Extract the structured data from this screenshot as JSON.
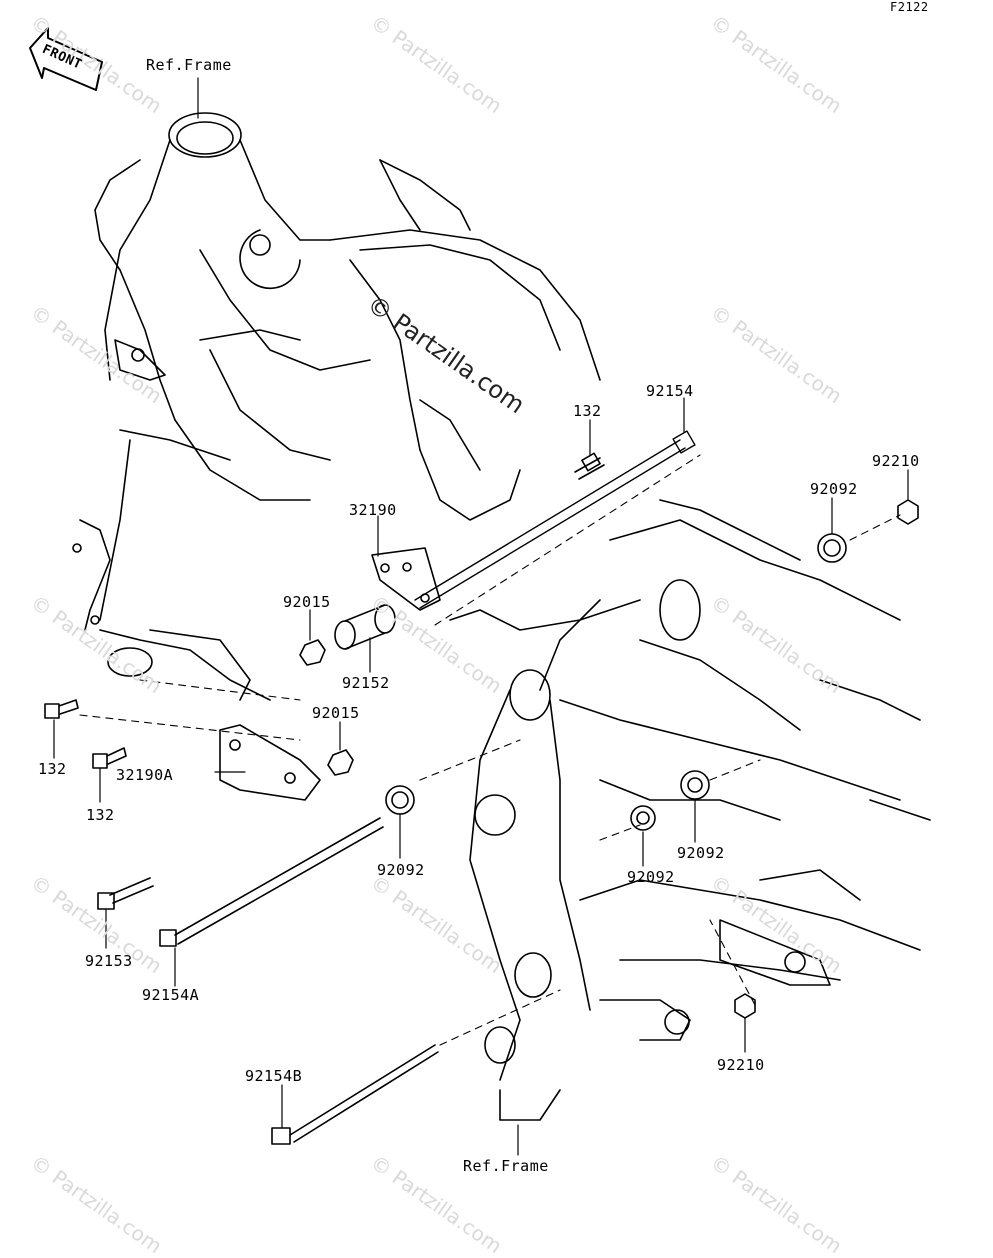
{
  "figure_code": "F2122",
  "front_badge": "FRONT",
  "watermark": "© Partzilla.com",
  "labels": {
    "ref_frame_top": "Ref.Frame",
    "ref_frame_bottom": "Ref.Frame",
    "p92154": "92154",
    "p132_a": "132",
    "p92210_a": "92210",
    "p92092_a": "92092",
    "p32190": "32190",
    "p92015_a": "92015",
    "p92152": "92152",
    "p92015_b": "92015",
    "p132_b": "132",
    "p132_c": "132",
    "p32190A": "32190A",
    "p92092_b": "92092",
    "p92092_c": "92092",
    "p92092_d": "92092",
    "p92153": "92153",
    "p92154A": "92154A",
    "p92154B": "92154B",
    "p92210_b": "92210"
  }
}
